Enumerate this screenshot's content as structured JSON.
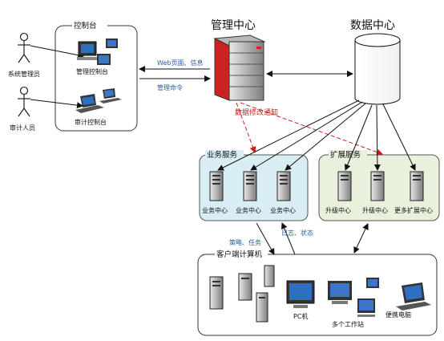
{
  "title_mgmt": "管理中心",
  "title_data": "数据中心",
  "console": {
    "title": "控制台",
    "mgmt_console": "管理控制台",
    "audit_console": "审计控制台"
  },
  "actors": {
    "sysadmin": "系统管理员",
    "auditor": "审计人员"
  },
  "links": {
    "web": "Web页面、信息",
    "cmd": "管理命令",
    "notify": "数据修改通知",
    "policy": "策略、任务",
    "log": "日志、状态"
  },
  "biz": {
    "title": "业务服务",
    "servers": [
      "业务中心",
      "业务中心",
      "业务中心"
    ]
  },
  "ext": {
    "title": "扩展服务",
    "servers": [
      "升级中心",
      "升级中心",
      "更多扩展中心"
    ]
  },
  "clients": {
    "title": "客户端计算机",
    "pc": "PC机",
    "workstations": "多个工作站",
    "laptop": "便携电脑"
  }
}
